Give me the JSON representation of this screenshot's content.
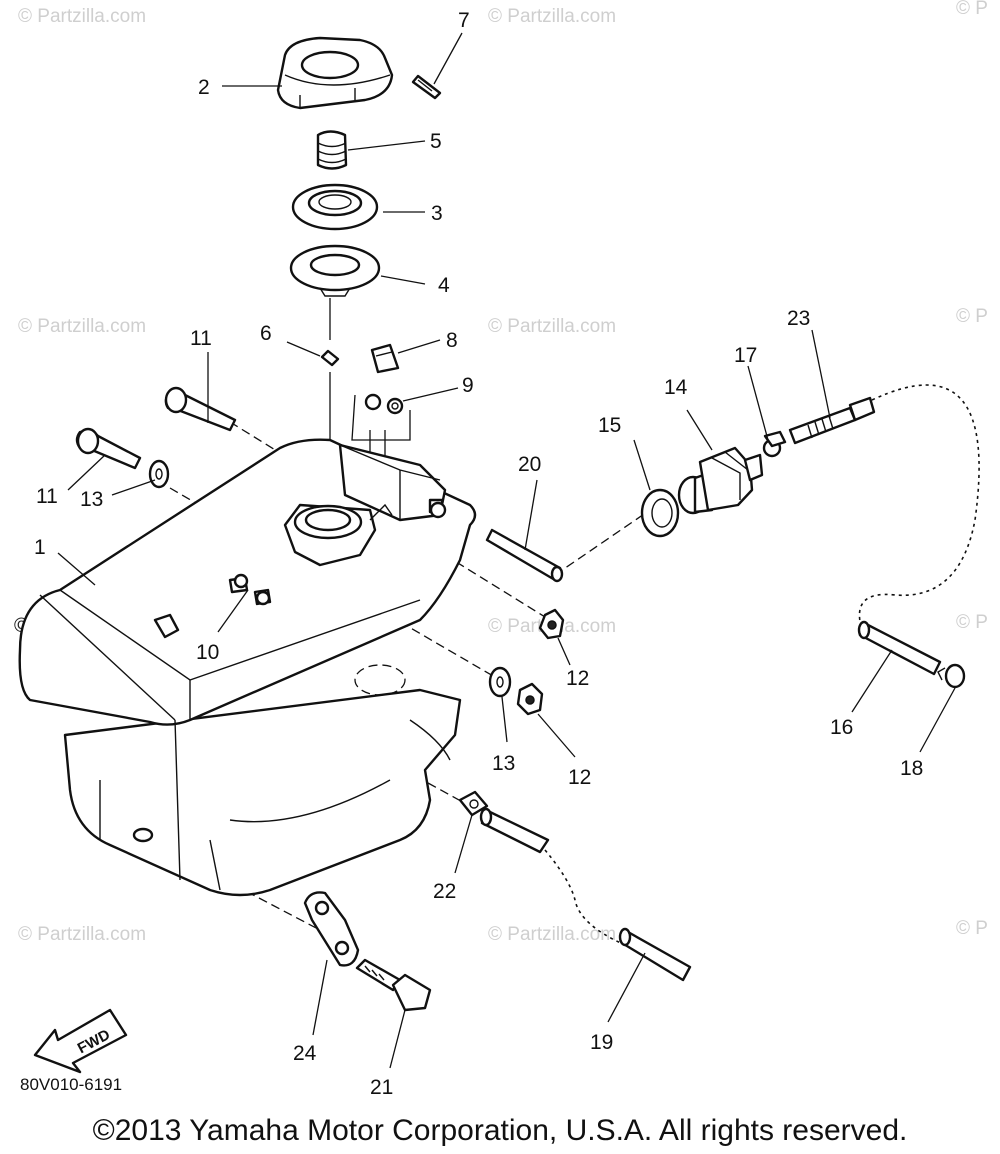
{
  "watermarks": {
    "text": "© Partzilla.com",
    "edge_text": "© P"
  },
  "callouts": {
    "c1": "1",
    "c2": "2",
    "c3": "3",
    "c4": "4",
    "c5": "5",
    "c6": "6",
    "c7": "7",
    "c8": "8",
    "c9": "9",
    "c10": "10",
    "c11a": "11",
    "c11b": "11",
    "c12a": "12",
    "c12b": "12",
    "c13a": "13",
    "c13b": "13",
    "c14": "14",
    "c15": "15",
    "c16": "16",
    "c17": "17",
    "c18": "18",
    "c19": "19",
    "c20": "20",
    "c21": "21",
    "c22": "22",
    "c23": "23",
    "c24": "24"
  },
  "fwd_label": "FWD",
  "diagram_code": "80V010-6191",
  "copyright": "©2013 Yamaha Motor Corporation, U.S.A. All rights reserved."
}
